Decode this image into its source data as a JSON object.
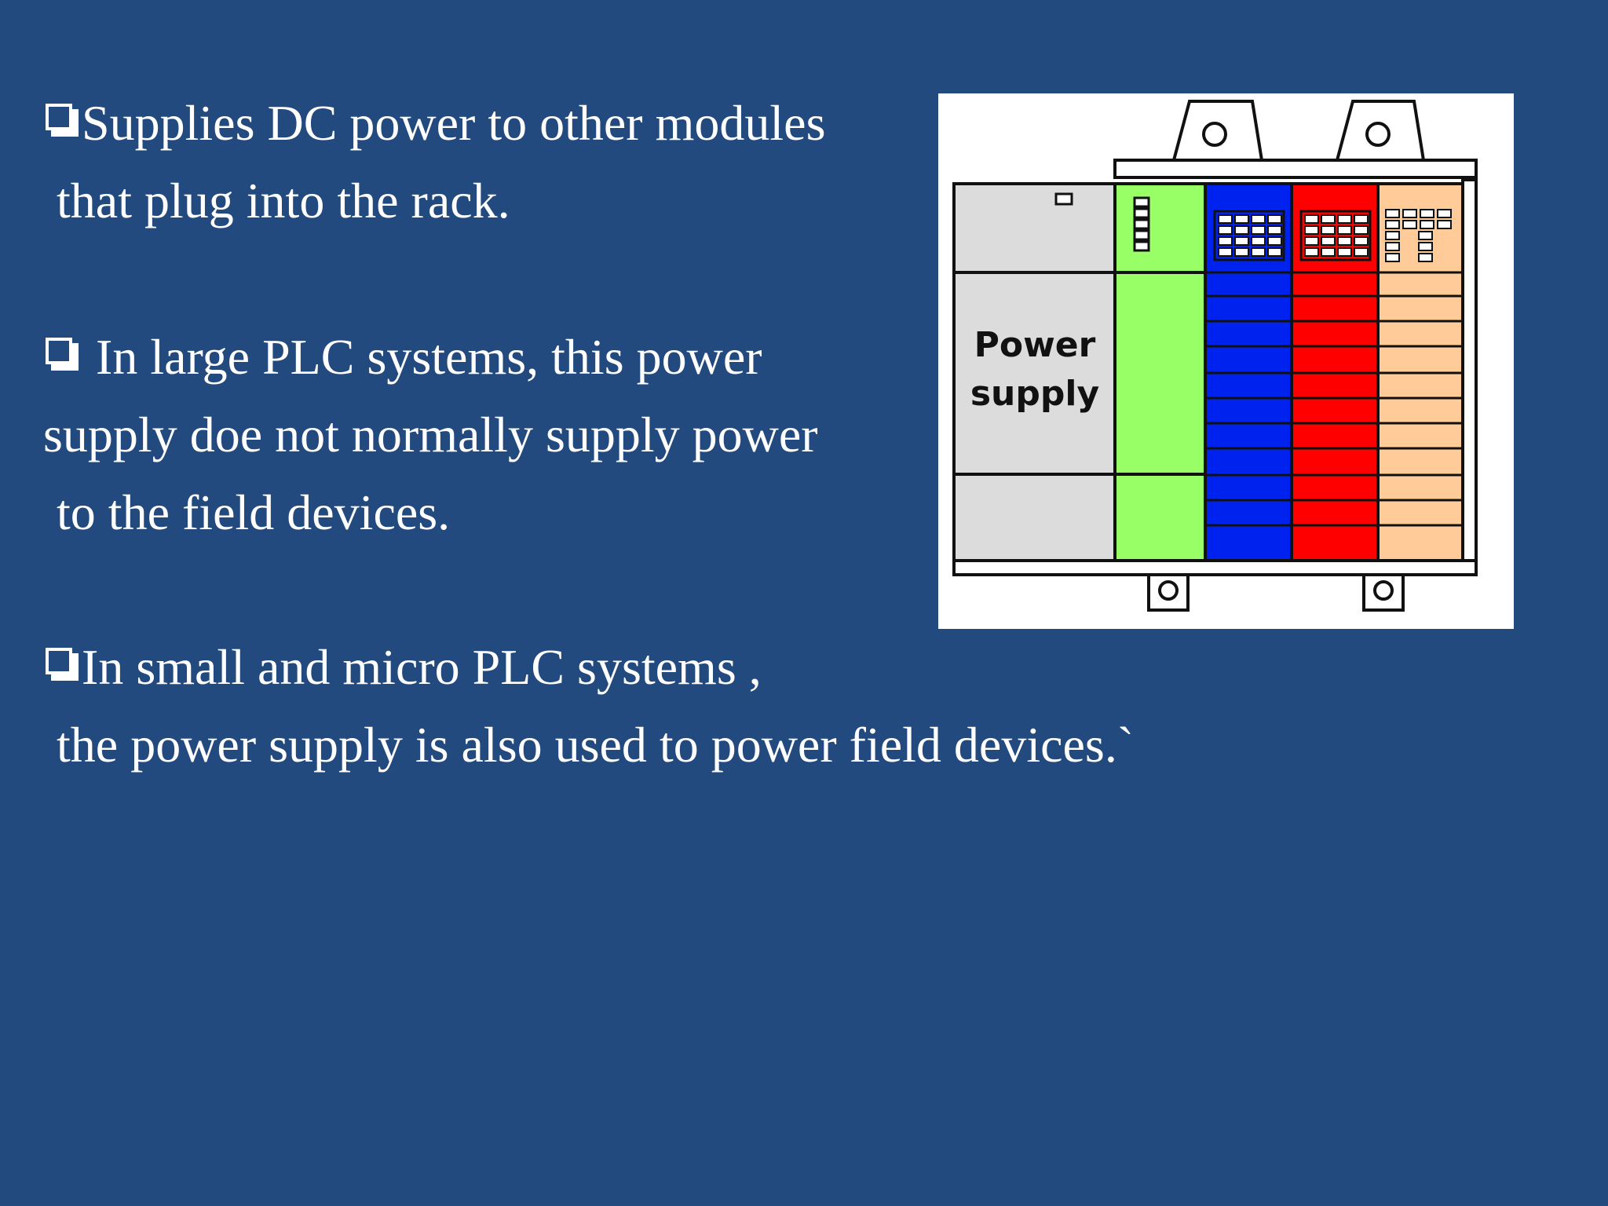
{
  "bullets": [
    {
      "lines": [
        "Supplies DC  power to other modules",
        "that plug into the rack."
      ]
    },
    {
      "lines": [
        "In large PLC systems, this power",
        "supply doe not normally supply power",
        "to the field devices."
      ]
    },
    {
      "lines": [
        "In small and micro PLC systems ,",
        "the power supply is also used to power field devices.`"
      ]
    }
  ],
  "figure": {
    "label_line1": "Power",
    "label_line2": "supply",
    "icons": [
      "plc-rack-illustration",
      "mounting-tab-icon"
    ],
    "colors": {
      "background": "#234a7e",
      "power_supply_module": "#dcdcdc",
      "cpu_module": "#99ff66",
      "input_module": "#0022ee",
      "output_module": "#ff0000",
      "io_module": "#ffcc99"
    }
  }
}
